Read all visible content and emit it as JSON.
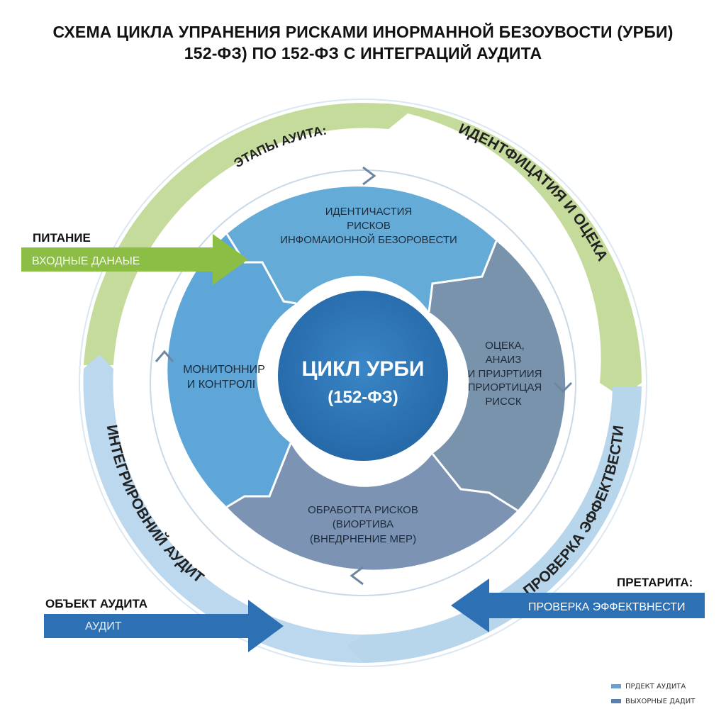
{
  "title": {
    "line1": "СХЕМА ЦИКЛА  УПРАНЕНИЯ РИСКАМИ ИНОРМАННОЙ БЕЗОУВОСТИ (УРБИ)",
    "line2": "152-ФЗ) ПО 152-ФЗ С ИНТЕГРАЦИЙ АУДИТА"
  },
  "outer_ring": {
    "stages_label": "ЭТАПЫ АУИТА:",
    "identification": "ИДЕНТФИЦАТИЯ И ОЦЕКА",
    "effectiveness": "ПРОВЕРКА ЭФФЕКТВЕСТИ",
    "integrated_audit": "ИНТЕГРИРОВНИЙ АУДИТ"
  },
  "inner_cycle": {
    "identify": [
      "ИДЕНТИЧАСТИЯ",
      "РИСКОВ",
      "ИНФОМАИОННОЙ БЕЗОРОВЕСТИ"
    ],
    "assess": [
      "ОЦЕКА,",
      "АНАИЗ",
      "И ПРИЈРТИИЯ",
      "ПРИОРТИЦАЯ",
      "РИССК"
    ],
    "treat": [
      "ОБРАБОТТА РИСКОВ",
      "(ВИОРТИВА",
      "(ВНЕДРНЕНИЕ МЕР)"
    ],
    "monitor": [
      "МОНИТОННИР",
      "И КОНТРОЛI"
    ]
  },
  "center": {
    "line1": "ЦИКЛ УРБИ",
    "line2": "(152-ФЗ)"
  },
  "inputs": {
    "nutrition_label": "ПИТАНИЕ",
    "input_data": "ВХОДНЫЕ ДАНАЫЕ",
    "audit_object_label": "ОБЪЕКТ АУДИТА",
    "audit": "АУДИТ",
    "priority_label": "ПРЕТАРИТА:",
    "effectiveness_check": "ПРОВЕРКА ЭФФЕКТВНЕСТИ"
  },
  "legend": [
    {
      "label": "ПРДЕКТ АУДИТА",
      "color": "#6a9fd0"
    },
    {
      "label": "ВЫХОРНЫЕ ДАДИТ",
      "color": "#5c7fae"
    }
  ],
  "colors": {
    "green_ring": "#c5db9c",
    "light_blue_ring": "#b7d6ec",
    "sector_identify": "#64acd7",
    "sector_assess": "#7a93ac",
    "sector_treat": "#7c93b4",
    "sector_monitor": "#5ea6d8",
    "center": "#2a72b5",
    "arrow_green": "#8cbd45",
    "arrow_blue": "#2d70b3"
  }
}
